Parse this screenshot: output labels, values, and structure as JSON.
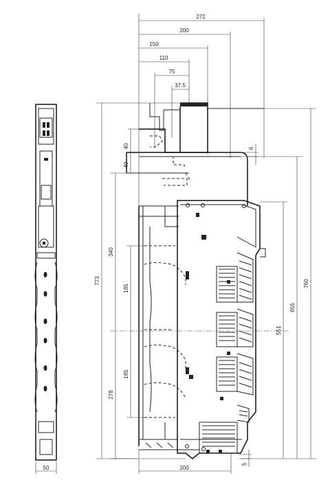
{
  "dimensions": {
    "top": [
      "272",
      "200",
      "150",
      "110",
      "75",
      "37.5"
    ],
    "left": [
      "773",
      "340",
      "185",
      "185",
      "278",
      "40",
      "40"
    ],
    "right": [
      "6",
      "760",
      "655",
      "551"
    ],
    "bottom": [
      "200",
      "5"
    ],
    "side_width": "50"
  }
}
